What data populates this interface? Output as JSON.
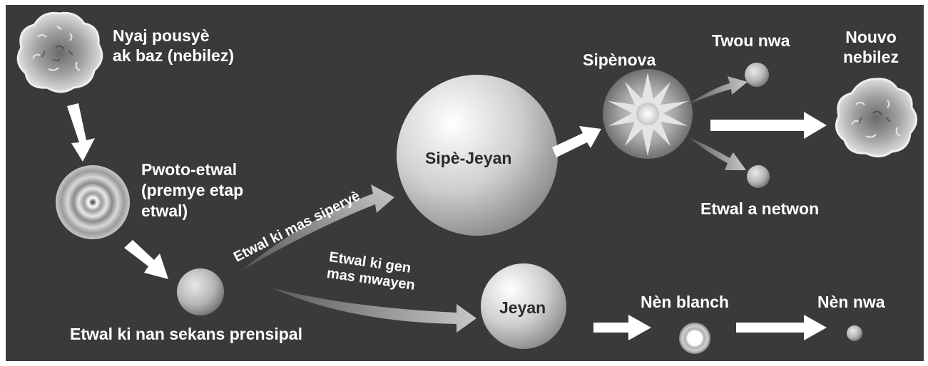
{
  "colors": {
    "background": "#3a3a3a",
    "text": "#ffffff",
    "arrow": "#ffffff"
  },
  "nodes": {
    "nebula": {
      "line1": "Nyaj pousyè",
      "line2": "ak baz (nebilez)"
    },
    "protostar": {
      "line1": "Pwoto-etwal",
      "line2": "(premye etap",
      "line3": "etwal)"
    },
    "main_sequence": {
      "label": "Etwal ki nan sekans prensipal"
    },
    "supergiant": {
      "label": "Sipè-Jeyan"
    },
    "supernova": {
      "label": "Sipènova"
    },
    "black_hole": {
      "label": "Twou nwa"
    },
    "new_nebula": {
      "line1": "Nouvo",
      "line2": "nebilez"
    },
    "neutron_star": {
      "label": "Etwal a netwon"
    },
    "giant": {
      "label": "Jeyan"
    },
    "white_dwarf": {
      "label": "Nèn blanch"
    },
    "black_dwarf": {
      "label": "Nèn nwa"
    }
  },
  "paths": {
    "massive": {
      "label": "Etwal ki mas siperyè"
    },
    "average": {
      "line1": "Etwal ki gen",
      "line2": "mas mwayen"
    }
  }
}
